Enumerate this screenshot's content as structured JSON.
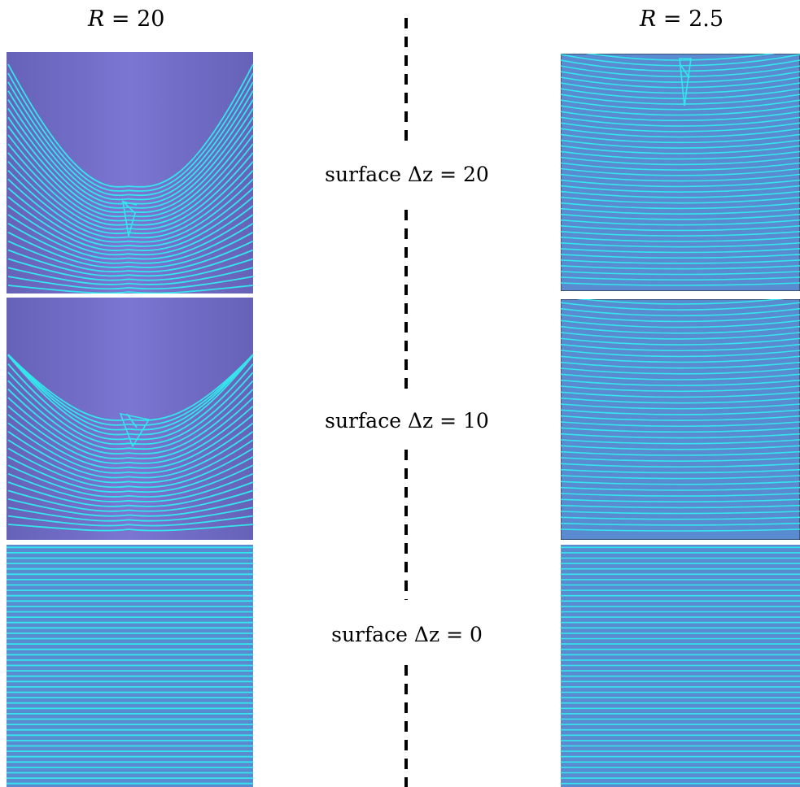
{
  "columns": [
    {
      "id": "left",
      "title_var": "R",
      "title_eq": " = 20"
    },
    {
      "id": "right",
      "title_var": "R",
      "title_eq": " = 2.5"
    }
  ],
  "rows": [
    {
      "caption": "surface Δz = 20",
      "dz": 20
    },
    {
      "caption": "surface Δz = 10",
      "dz": 10
    },
    {
      "caption": "surface Δz = 0",
      "dz": 0
    }
  ],
  "colors": {
    "panel_bg_left": "#7571c9",
    "panel_bg_right": "#5a8ad0",
    "line": "#34e6ec",
    "divider": "#000000"
  },
  "icons": []
}
